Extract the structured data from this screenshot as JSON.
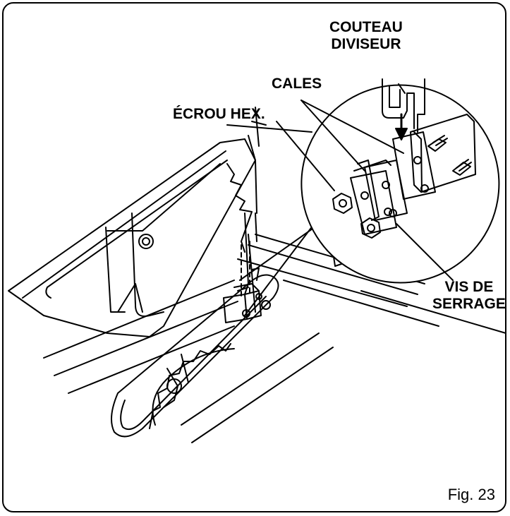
{
  "labels": {
    "riving_knife_line1": "COUTEAU",
    "riving_knife_line2": "DIVISEUR",
    "shims": "CALES",
    "hex_nut": "ÉCROU HEX.",
    "clamp_screws_line1": "VIS DE",
    "clamp_screws_line2": "SERRAGE"
  },
  "figure_number": "Fig. 23"
}
